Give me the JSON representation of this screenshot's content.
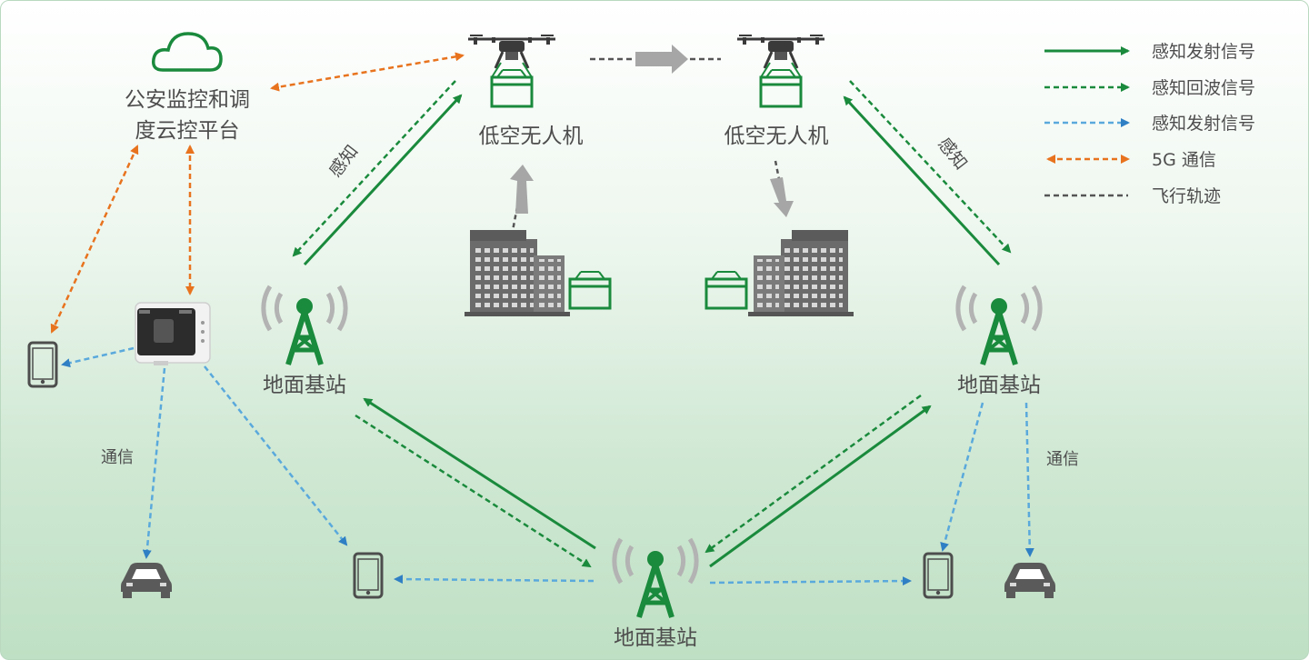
{
  "platform": {
    "label_line1": "公安监控和调",
    "label_line2": "度云控平台"
  },
  "drones": [
    {
      "label": "低空无人机"
    },
    {
      "label": "低空无人机"
    }
  ],
  "base_stations": [
    {
      "label": "地面基站"
    },
    {
      "label": "地面基站"
    },
    {
      "label": "地面基站"
    }
  ],
  "link_labels": {
    "sense_left": "感知",
    "sense_right": "感知",
    "comm_left": "通信",
    "comm_right": "通信"
  },
  "legend": [
    {
      "label": "感知发射信号",
      "style": "solid",
      "color": "#1a8a3c"
    },
    {
      "label": "感知回波信号",
      "style": "dashed",
      "color": "#1a8a3c"
    },
    {
      "label": "感知发射信号",
      "style": "dashed",
      "color": "#5aa9dc"
    },
    {
      "label": "5G 通信",
      "style": "dashed-bidirectional",
      "color": "#e8731e"
    },
    {
      "label": "飞行轨迹",
      "style": "dashed",
      "color": "#555555"
    }
  ],
  "colors": {
    "green": "#1a8a3c",
    "blue": "#5aa9dc",
    "orange": "#e8731e",
    "gray": "#8f8f8f",
    "dark": "#555555"
  }
}
